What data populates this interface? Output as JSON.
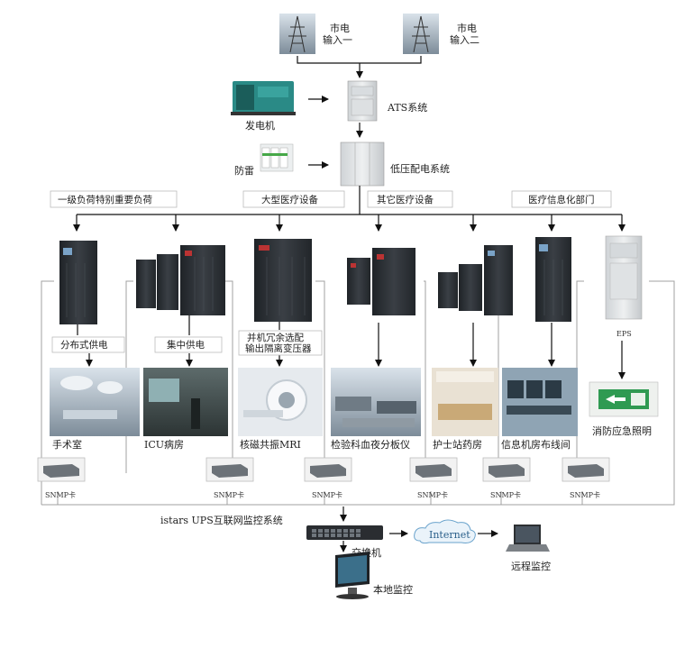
{
  "power": {
    "mains1": "市电\n输入一",
    "mains2": "市电\n输入二",
    "generator": "发电机",
    "ats": "ATS系统",
    "surge": "防雷",
    "lv": "低压配电系统"
  },
  "categories": [
    "一级负荷特别重要负荷",
    "大型医疗设备",
    "其它医疗设备",
    "医疗信息化部门"
  ],
  "supply": {
    "distributed": "分布式供电",
    "centralized": "集中供电",
    "parallel": "并机冗余选配\n输出隔离变压器",
    "eps": "EPS"
  },
  "rooms": [
    "手术室",
    "ICU病房",
    "核磁共振MRI",
    "检验科血夜分板仪",
    "护士站药房",
    "信息机房布线间",
    "消防应急照明"
  ],
  "snmp": "SNMP卡",
  "monitoring": {
    "system": "istars UPS互联网监控系统",
    "switch": "交换机",
    "internet": "Internet",
    "remote": "远程监控",
    "local": "本地监控"
  },
  "colors": {
    "cabinet": "#2f3338",
    "line": "#111111",
    "bus": "#9a9a9a"
  }
}
